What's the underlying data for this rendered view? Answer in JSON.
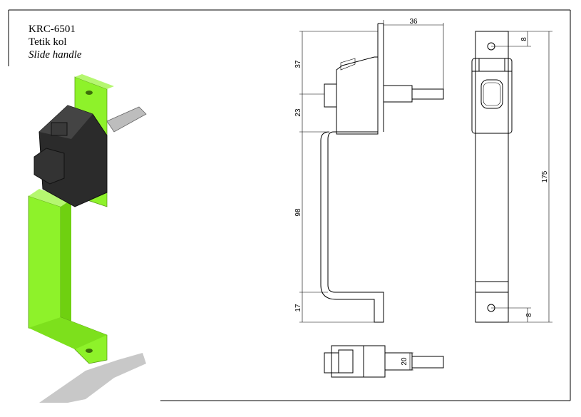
{
  "title": {
    "code": "KRC-6501",
    "name_tr": "Tetik kol",
    "name_en": "Slide handle"
  },
  "dimensions": {
    "side_width": "36",
    "side_top": "37",
    "side_knob": "23",
    "side_handle": "98",
    "side_bottom": "17",
    "front_hole_top": "8",
    "front_total": "175",
    "front_hole_bottom": "8",
    "bottom_width": "20"
  },
  "colors": {
    "handle": "#8ef22a",
    "body": "#2b2b2b",
    "shadow": "#c8c8c8"
  }
}
